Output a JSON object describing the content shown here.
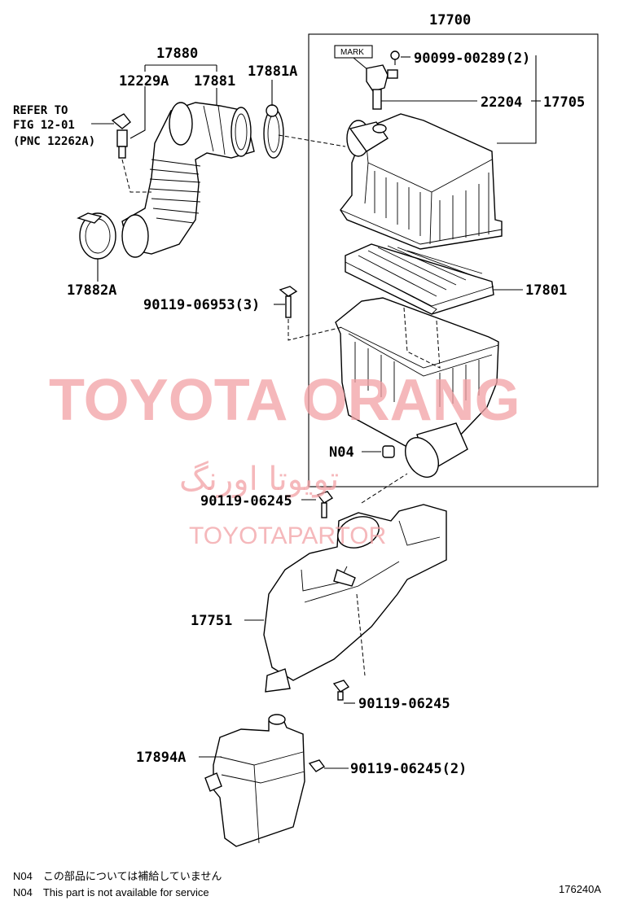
{
  "labels": {
    "assy_17700": "17700",
    "p_17880": "17880",
    "p_12229A": "12229A",
    "p_17881": "17881",
    "p_17881A": "17881A",
    "refer_line1": "REFER TO",
    "refer_line2": "FIG 12-01",
    "refer_line3": "(PNC 12262A)",
    "mark_box": "MARK",
    "p_90099_00289": "90099-00289(2)",
    "p_22204": "22204",
    "p_17705": "17705",
    "p_17882A": "17882A",
    "p_90119_06953": "90119-06953(3)",
    "p_17801": "17801",
    "p_N04": "N04",
    "p_90119_06245_a": "90119-06245",
    "p_17751": "17751",
    "p_90119_06245_b": "90119-06245",
    "p_17894A": "17894A",
    "p_90119_06245_c": "90119-06245(2)"
  },
  "watermarks": {
    "brand": "TOYOTA ORANG",
    "persian": "تويوتا اورنگ",
    "site": "TOYOTAPARTOR"
  },
  "footer": {
    "note_jp": "N04　この部品については補給していません",
    "note_en": "N04　This part is not available for service",
    "figure_id": "176240A"
  },
  "colors": {
    "line": "#000000",
    "watermark": "#f2a0a4",
    "background": "#ffffff"
  }
}
